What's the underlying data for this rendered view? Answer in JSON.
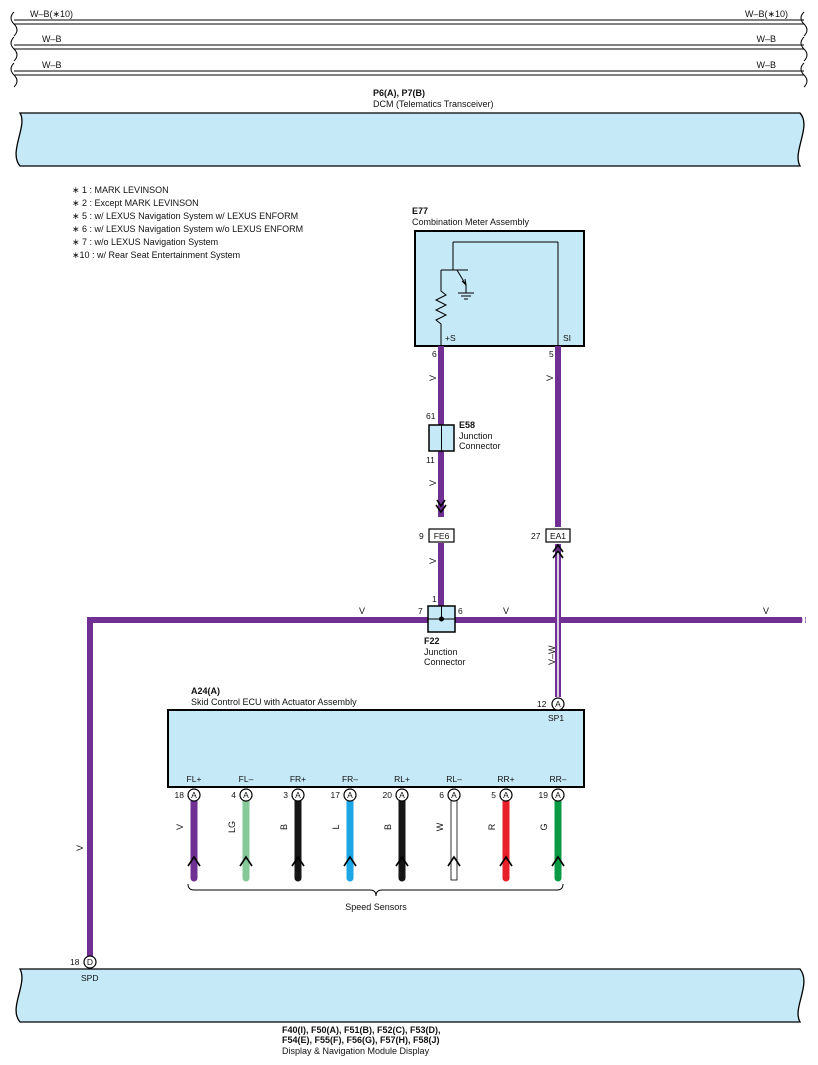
{
  "top_wires": [
    {
      "left": "W–B(∗10)",
      "right": "W–B(∗10)"
    },
    {
      "left": "W–B",
      "right": "W–B"
    },
    {
      "left": "W–B",
      "right": "W–B"
    }
  ],
  "dcm": {
    "code": "P6(A), P7(B)",
    "name": "DCM (Telematics Transceiver)"
  },
  "notes": [
    "∗ 1 : MARK LEVINSON",
    "∗ 2 : Except MARK LEVINSON",
    "∗ 5 : w/ LEXUS Navigation System w/ LEXUS ENFORM",
    "∗ 6 : w/ LEXUS Navigation System w/o LEXUS ENFORM",
    "∗ 7 : w/o LEXUS Navigation System",
    "∗10 : w/ Rear Seat Entertainment System"
  ],
  "meter": {
    "code": "E77",
    "name": "Combination Meter Assembly",
    "pin_s_label": "+S",
    "pin_s_num": "6",
    "pin_si_label": "SI",
    "pin_si_num": "5"
  },
  "e58": {
    "code": "E58",
    "name_1": "Junction",
    "name_2": "Connector",
    "pin_top": "61",
    "pin_bottom": "11"
  },
  "fe6": {
    "label": "FE6",
    "pin": "9"
  },
  "ea1": {
    "label": "EA1",
    "pin": "27"
  },
  "f22": {
    "code": "F22",
    "name_1": "Junction",
    "name_2": "Connector",
    "pin_top": "1",
    "pin_left": "7",
    "pin_right": "6"
  },
  "wire_colors": {
    "meter_s": "V",
    "meter_si": "V",
    "e58_out": "V",
    "fe6_out": "V",
    "bus_left": "V",
    "bus_mid": "V",
    "bus_right": "V",
    "spd": "V",
    "sp1": "V–W"
  },
  "ecu": {
    "code": "A24(A)",
    "name": "Skid Control ECU with Actuator Assembly",
    "sp1_label": "SP1",
    "sp1_pin": "12",
    "sp1_conn": "A"
  },
  "sensors": [
    {
      "label": "FL+",
      "pin": "18",
      "conn": "A",
      "color": "V",
      "hex": "#6f2f93"
    },
    {
      "label": "FL–",
      "pin": "4",
      "conn": "A",
      "color": "LG",
      "hex": "#86c999"
    },
    {
      "label": "FR+",
      "pin": "3",
      "conn": "A",
      "color": "B",
      "hex": "#151515"
    },
    {
      "label": "FR–",
      "pin": "17",
      "conn": "A",
      "color": "L",
      "hex": "#1ca6e5"
    },
    {
      "label": "RL+",
      "pin": "20",
      "conn": "A",
      "color": "B",
      "hex": "#151515"
    },
    {
      "label": "RL–",
      "pin": "6",
      "conn": "A",
      "color": "W",
      "hex": "#ffffff"
    },
    {
      "label": "RR+",
      "pin": "5",
      "conn": "A",
      "color": "R",
      "hex": "#e8202a"
    },
    {
      "label": "RR–",
      "pin": "19",
      "conn": "A",
      "color": "G",
      "hex": "#0a9a43"
    }
  ],
  "speed_sensors_label": "Speed Sensors",
  "display": {
    "code_1": "F40(I), F50(A), F51(B), F52(C), F53(D),",
    "code_2": "F54(E), F55(F), F56(G), F57(H), F58(J)",
    "name": "Display & Navigation Module Display",
    "spd_pin": "18",
    "spd_conn": "D",
    "spd_label": "SPD"
  },
  "colors": {
    "module_fill": "#c6e9f8",
    "violet": "#6f2f93"
  }
}
